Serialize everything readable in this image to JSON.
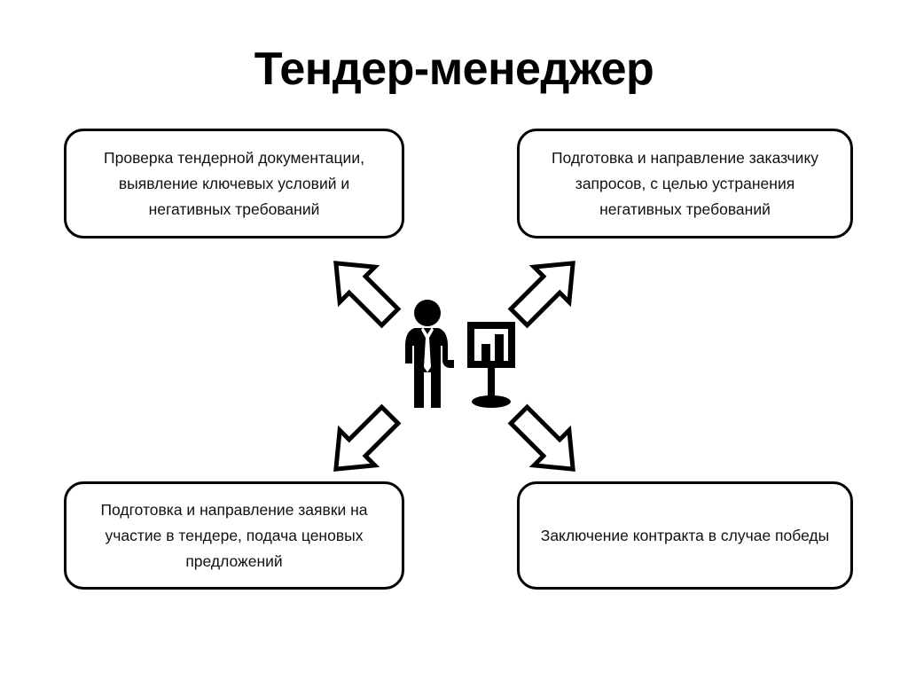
{
  "diagram": {
    "title": "Тендер-менеджер",
    "center": {
      "icon_person": "businessman-icon",
      "icon_chart_board": "presentation-chart-board-icon"
    },
    "arrows": [
      {
        "name": "arrow-up-left",
        "direction": "up-left",
        "target": "box-top-left"
      },
      {
        "name": "arrow-up-right",
        "direction": "up-right",
        "target": "box-top-right"
      },
      {
        "name": "arrow-down-left",
        "direction": "down-left",
        "target": "box-bottom-left"
      },
      {
        "name": "arrow-down-right",
        "direction": "down-right",
        "target": "box-bottom-right"
      }
    ],
    "boxes": [
      {
        "position": "top-left",
        "text": "Проверка тендерной документации, выявление ключевых условий и негативных требований"
      },
      {
        "position": "top-right",
        "text": "Подготовка и направление заказчику запросов, с целью устранения негативных требований"
      },
      {
        "position": "bottom-left",
        "text": "Подготовка и направление заявки на участие в тендере, подача ценовых предложений"
      },
      {
        "position": "bottom-right",
        "text": "Заключение контракта в случае победы"
      }
    ],
    "colors": {
      "background": "#ffffff",
      "stroke": "#000000",
      "text": "#111111"
    }
  }
}
